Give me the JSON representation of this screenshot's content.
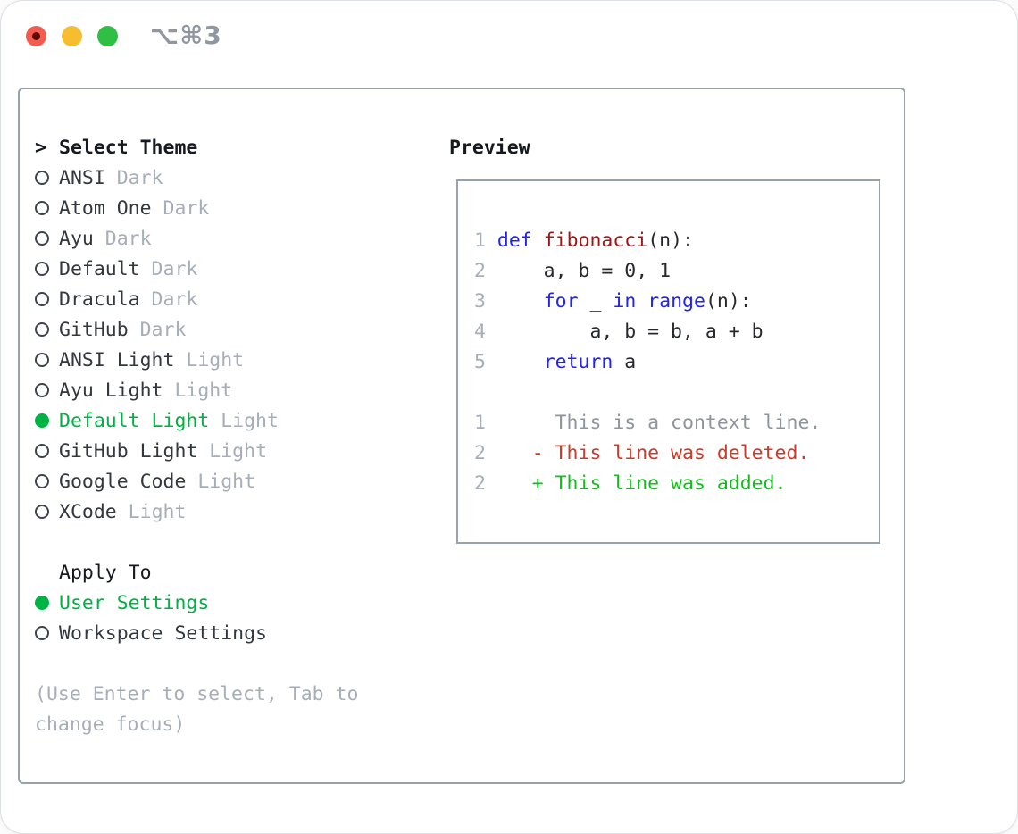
{
  "titlebar": {
    "shortcut_label": "⌥⌘3"
  },
  "selector": {
    "cursor": ">",
    "title": "Select Theme",
    "themes": [
      {
        "name": "ANSI",
        "tag": "Dark",
        "selected": false
      },
      {
        "name": "Atom One",
        "tag": "Dark",
        "selected": false
      },
      {
        "name": "Ayu",
        "tag": "Dark",
        "selected": false
      },
      {
        "name": "Default",
        "tag": "Dark",
        "selected": false
      },
      {
        "name": "Dracula",
        "tag": "Dark",
        "selected": false
      },
      {
        "name": "GitHub",
        "tag": "Dark",
        "selected": false
      },
      {
        "name": "ANSI Light",
        "tag": "Light",
        "selected": false
      },
      {
        "name": "Ayu Light",
        "tag": "Light",
        "selected": false
      },
      {
        "name": "Default Light",
        "tag": "Light",
        "selected": true
      },
      {
        "name": "GitHub Light",
        "tag": "Light",
        "selected": false
      },
      {
        "name": "Google Code",
        "tag": "Light",
        "selected": false
      },
      {
        "name": "XCode",
        "tag": "Light",
        "selected": false
      }
    ],
    "apply_to": {
      "title": "Apply To",
      "options": [
        {
          "name": "User Settings",
          "selected": true
        },
        {
          "name": "Workspace Settings",
          "selected": false
        }
      ]
    },
    "hint": "(Use Enter to select, Tab to change focus)"
  },
  "preview": {
    "title": "Preview",
    "lines": [
      {
        "segments": [
          {
            "text": "1",
            "style": "linenum"
          },
          {
            "text": " ",
            "style": "plain"
          },
          {
            "text": "def",
            "style": "keyword"
          },
          {
            "text": " ",
            "style": "plain"
          },
          {
            "text": "fibonacci",
            "style": "function"
          },
          {
            "text": "(n):",
            "style": "plain"
          }
        ]
      },
      {
        "segments": [
          {
            "text": "2",
            "style": "linenum"
          },
          {
            "text": "     a, b = 0, 1",
            "style": "plain"
          }
        ]
      },
      {
        "segments": [
          {
            "text": "3",
            "style": "linenum"
          },
          {
            "text": "     ",
            "style": "plain"
          },
          {
            "text": "for",
            "style": "keyword"
          },
          {
            "text": " _ ",
            "style": "plain"
          },
          {
            "text": "in",
            "style": "keyword"
          },
          {
            "text": " ",
            "style": "plain"
          },
          {
            "text": "range",
            "style": "keyword"
          },
          {
            "text": "(n):",
            "style": "plain"
          }
        ]
      },
      {
        "segments": [
          {
            "text": "4",
            "style": "linenum"
          },
          {
            "text": "         a, b = b, a + b",
            "style": "plain"
          }
        ]
      },
      {
        "segments": [
          {
            "text": "5",
            "style": "linenum"
          },
          {
            "text": "     ",
            "style": "plain"
          },
          {
            "text": "return",
            "style": "keyword"
          },
          {
            "text": " a",
            "style": "plain"
          }
        ]
      },
      {
        "segments": []
      },
      {
        "segments": [
          {
            "text": "1",
            "style": "linenum"
          },
          {
            "text": "      This is a context line.",
            "style": "context"
          }
        ]
      },
      {
        "segments": [
          {
            "text": "2",
            "style": "linenum"
          },
          {
            "text": "    - This line was deleted.",
            "style": "deleted"
          }
        ]
      },
      {
        "segments": [
          {
            "text": "2",
            "style": "linenum"
          },
          {
            "text": "    + This line was added.",
            "style": "added"
          }
        ]
      }
    ]
  },
  "colors": {
    "accent_green": "#00b244",
    "added_green": "#12bd1c",
    "deleted_red": "#cd3a29",
    "keyword_blue": "#2323f0",
    "function_red": "#a31515",
    "text_primary": "#33383f",
    "text_heading": "#16191d",
    "text_muted": "#a6aeb9",
    "code_text": "#26292e",
    "context_gray": "#8e959e",
    "border_gray": "#98a2ad",
    "titlebar_gray": "#8f97a0",
    "traffic_red": "#f45b51",
    "traffic_red_dot": "#5e0d05",
    "traffic_yellow": "#f6bd2f",
    "traffic_green": "#2fbf45"
  }
}
